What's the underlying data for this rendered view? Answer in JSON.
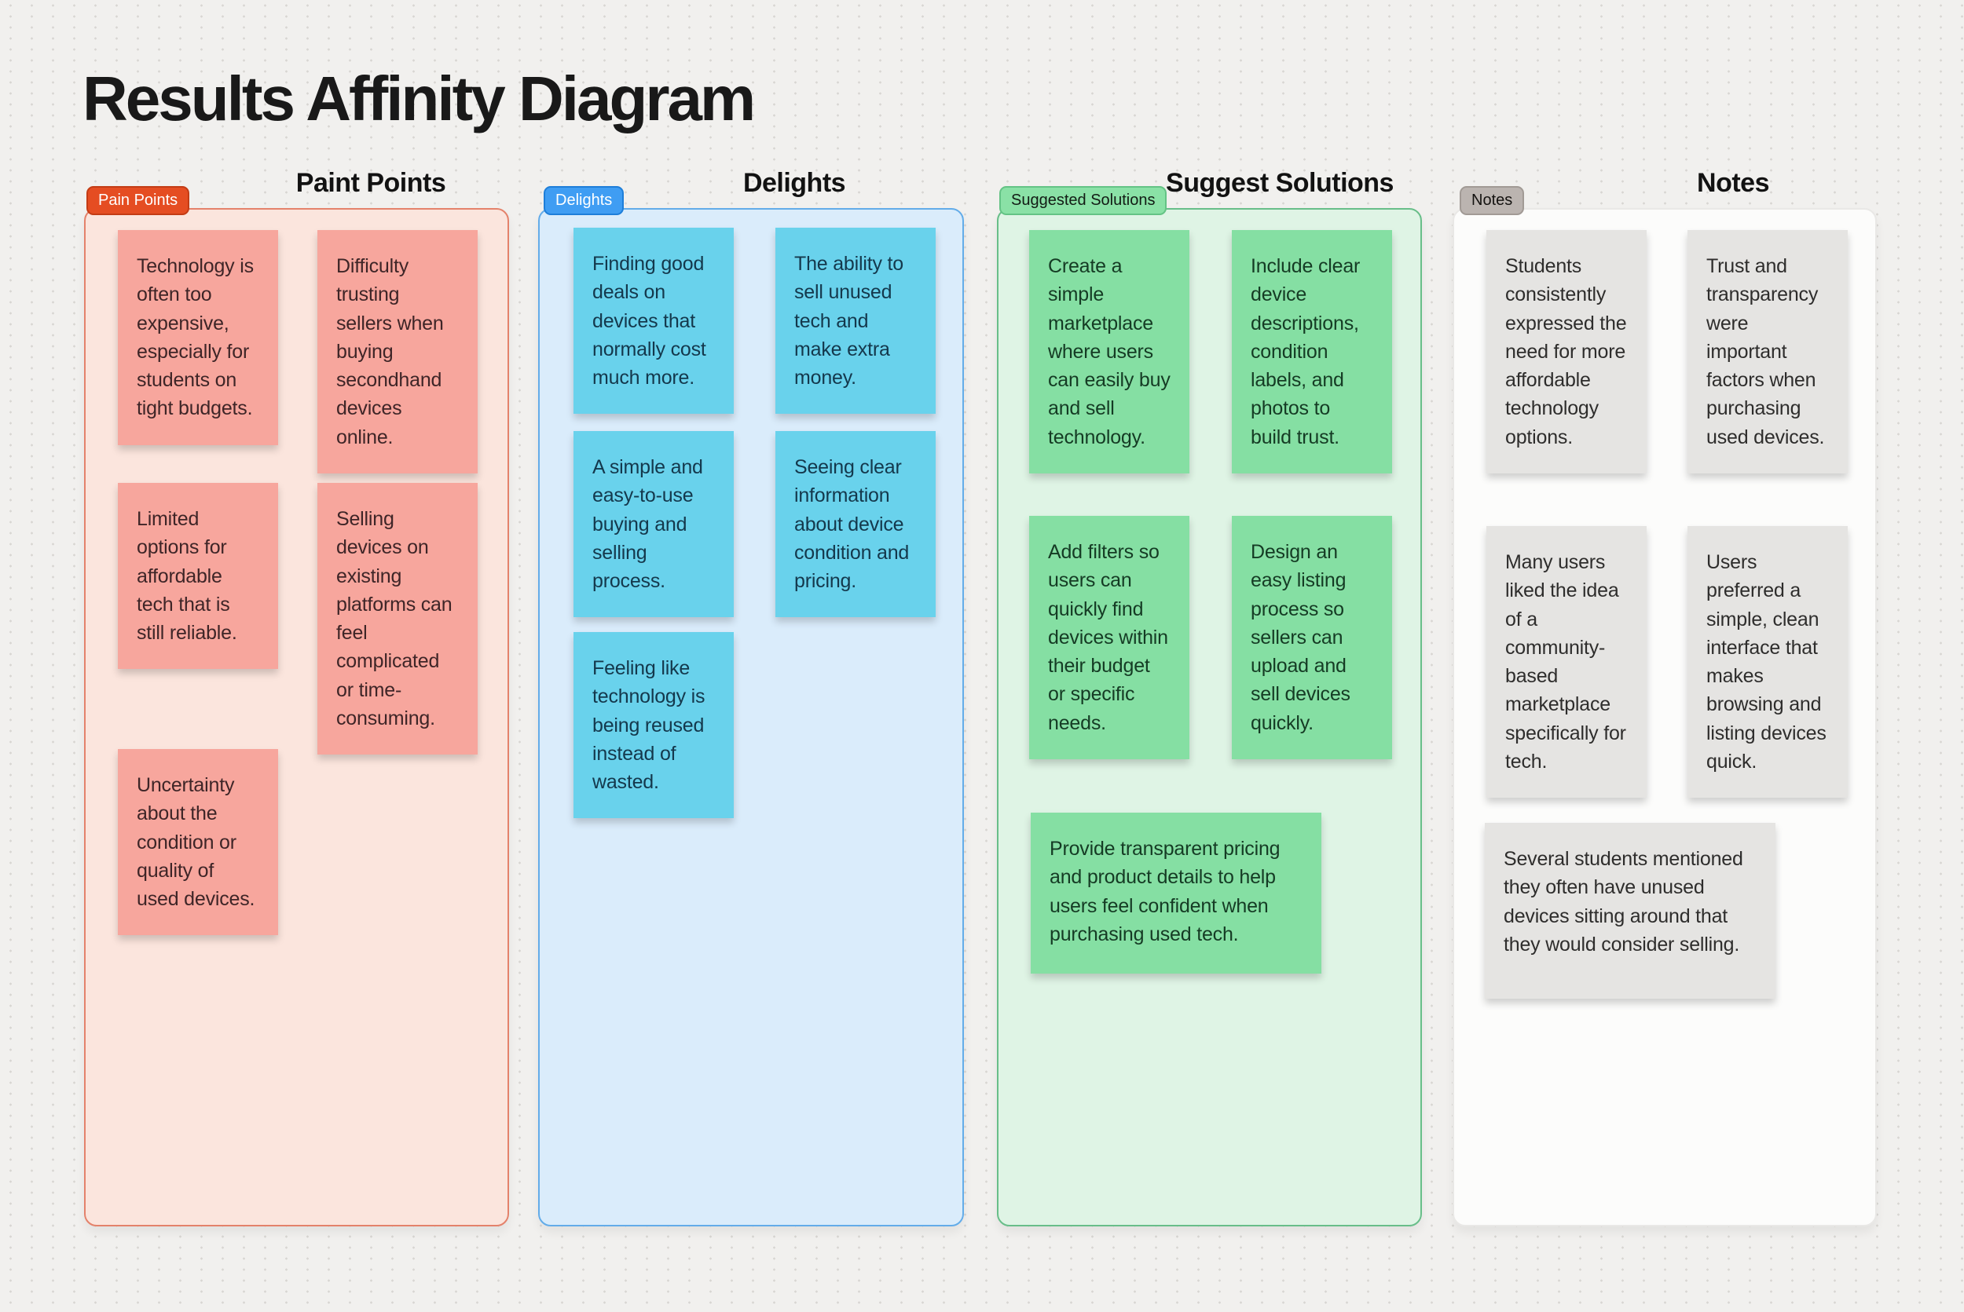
{
  "title": "Results Affinity Diagram",
  "board": {
    "background_color": "#F1F0EE",
    "dot_grid_color": "#D8D6D2"
  },
  "sections": [
    {
      "tag": "Pain Points",
      "header": "Paint Points",
      "tag_color": "#E54D22",
      "container_color": "#FBE5DD",
      "border_color": "#E4826B",
      "sticky_color": "#F7A69D",
      "stickies": [
        "Technology is often too expensive, especially for students on tight budgets.",
        "Difficulty trusting sellers when buying secondhand devices online.",
        "Limited options for affordable tech that is still reliable.",
        "Selling devices on existing platforms can feel complicated or time-consuming.",
        "Uncertainty about the condition or quality of used devices."
      ]
    },
    {
      "tag": "Delights",
      "header": "Delights",
      "tag_color": "#3F9DF3",
      "container_color": "#DAECFB",
      "border_color": "#63ACE9",
      "sticky_color": "#69D2EC",
      "stickies": [
        "Finding good deals on devices that normally cost much more.",
        "The ability to sell unused tech and make extra money.",
        "A simple and easy-to-use buying and selling process.",
        "Seeing clear information about device condition and pricing.",
        "Feeling like technology is being reused instead of wasted."
      ]
    },
    {
      "tag": "Suggested Solutions",
      "header": "Suggest Solutions",
      "tag_color": "#8AE1A6",
      "container_color": "#DFF4E5",
      "border_color": "#68BE89",
      "sticky_color": "#85DFA3",
      "stickies": [
        "Create a simple marketplace where users can easily buy and sell technology.",
        "Include clear device descriptions, condition labels, and photos to build trust.",
        "Add filters so users can quickly find devices within their budget or specific needs.",
        "Design an easy listing process so sellers can upload and sell devices quickly.",
        "Provide transparent pricing and product details to help users feel confident when purchasing used tech."
      ]
    },
    {
      "tag": "Notes",
      "header": "Notes",
      "tag_color": "#BBB4B0",
      "container_color": "#FCFCFB",
      "border_color": "#E9E8E6",
      "sticky_color": "#E5E4E2",
      "stickies": [
        "Students consistently expressed the need for more affordable technology options.",
        "Trust and transparency were important factors when purchasing used devices.",
        "Many users liked the idea of a community-based marketplace specifically for tech.",
        "Users preferred a simple, clean interface that makes browsing and listing devices quick.",
        "Several students mentioned they often have unused devices sitting around that they would consider selling."
      ]
    }
  ]
}
